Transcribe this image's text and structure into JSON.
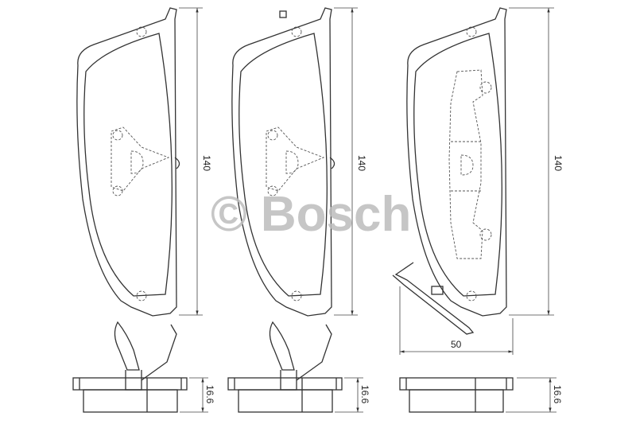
{
  "watermark": "© Bosch",
  "dimensions": {
    "pad1_height": "140",
    "pad2_height": "140",
    "pad3_height": "140",
    "pad3_width": "50",
    "side1_thickness": "16.6",
    "side2_thickness": "16.6",
    "side3_thickness": "16.6"
  }
}
